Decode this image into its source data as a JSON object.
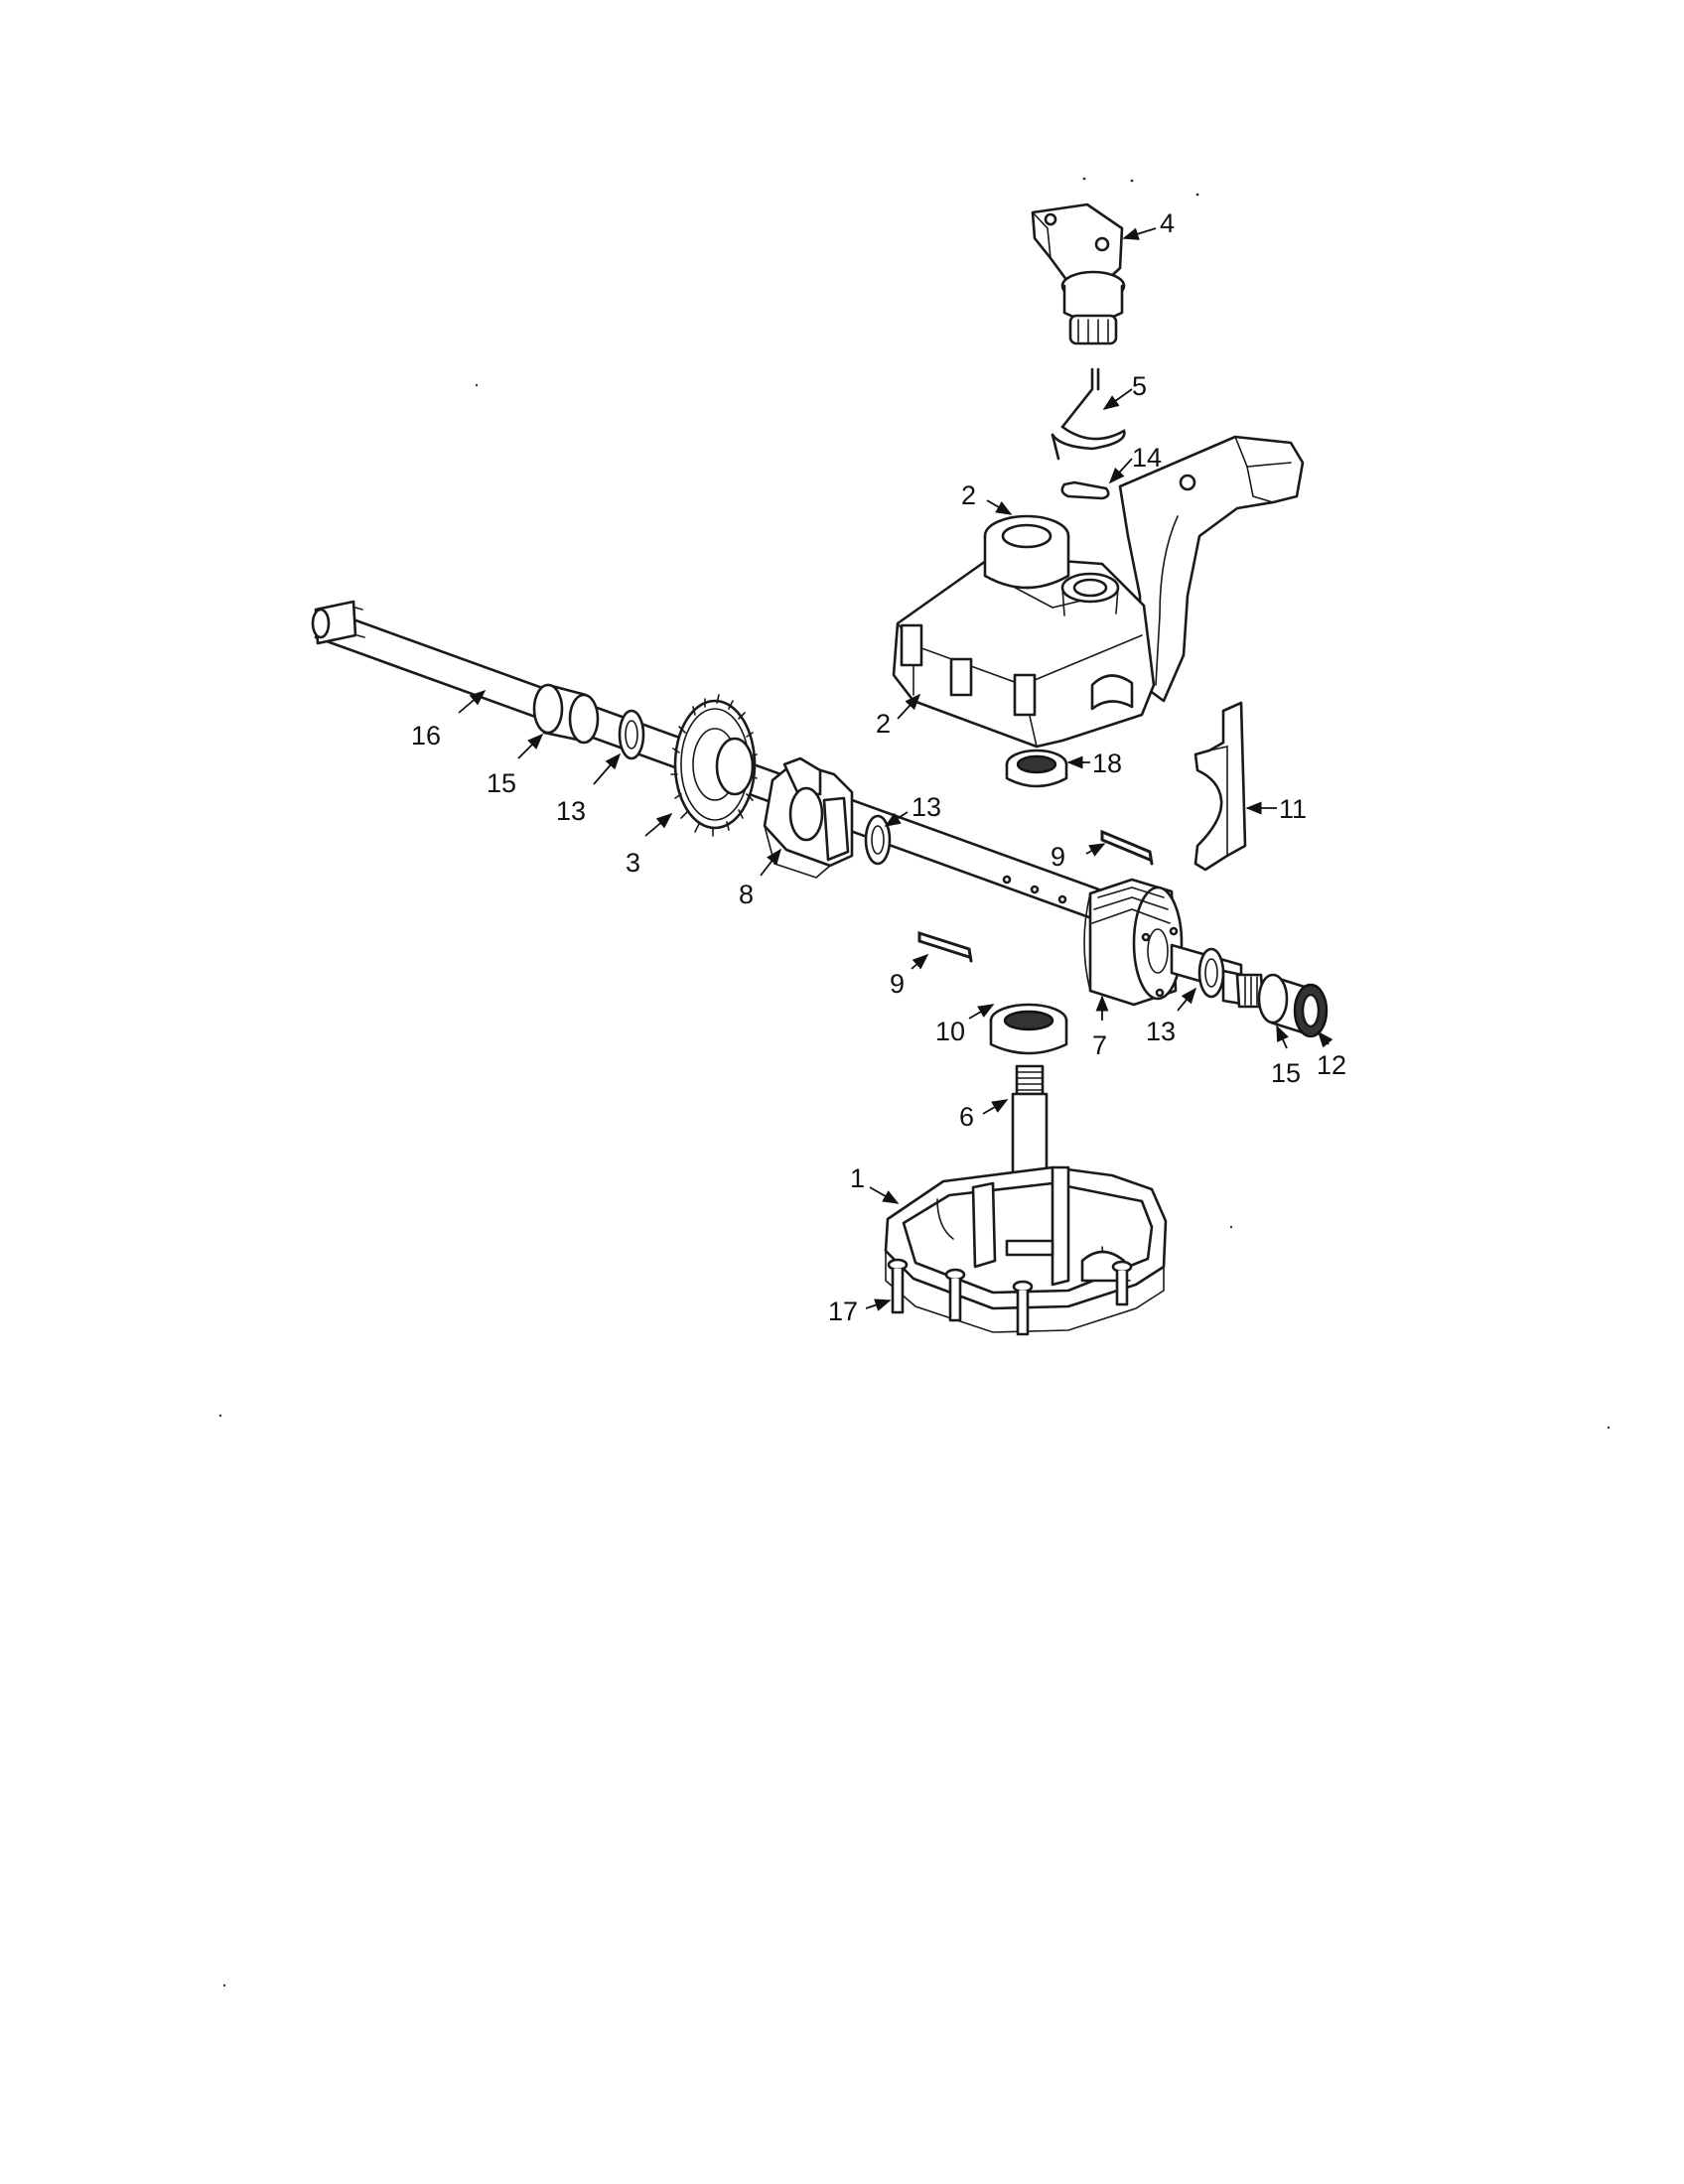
{
  "diagram": {
    "type": "exploded-parts-view",
    "callouts": [
      {
        "id": "c4",
        "label": "4"
      },
      {
        "id": "c5",
        "label": "5"
      },
      {
        "id": "c14",
        "label": "14"
      },
      {
        "id": "c2a",
        "label": "2"
      },
      {
        "id": "c2b",
        "label": "2"
      },
      {
        "id": "c16",
        "label": "16"
      },
      {
        "id": "c15a",
        "label": "15"
      },
      {
        "id": "c13a",
        "label": "13"
      },
      {
        "id": "c3",
        "label": "3"
      },
      {
        "id": "c8",
        "label": "8"
      },
      {
        "id": "c13b",
        "label": "13"
      },
      {
        "id": "c18",
        "label": "18"
      },
      {
        "id": "c11",
        "label": "11"
      },
      {
        "id": "c9a",
        "label": "9"
      },
      {
        "id": "c9b",
        "label": "9"
      },
      {
        "id": "c10",
        "label": "10"
      },
      {
        "id": "c7",
        "label": "7"
      },
      {
        "id": "c13c",
        "label": "13"
      },
      {
        "id": "c15b",
        "label": "15"
      },
      {
        "id": "c12",
        "label": "12"
      },
      {
        "id": "c6",
        "label": "6"
      },
      {
        "id": "c1",
        "label": "1"
      },
      {
        "id": "c17",
        "label": "17"
      }
    ]
  }
}
